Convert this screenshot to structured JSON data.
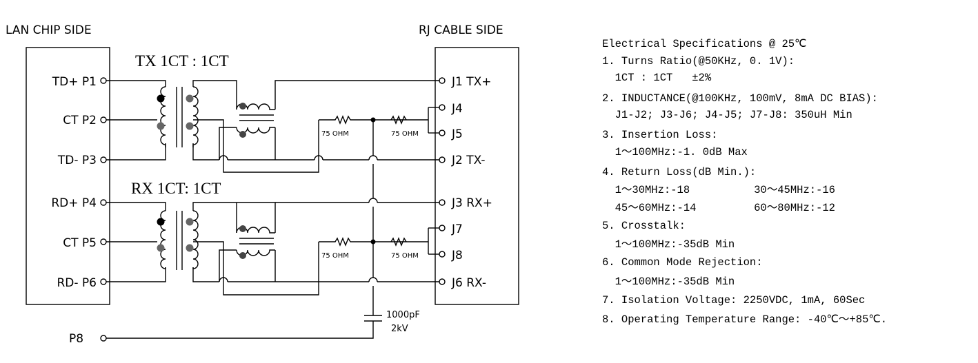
{
  "schematic": {
    "lan_side": "LAN CHIP SIDE",
    "rj_side": "RJ CABLE SIDE",
    "tx_title": "TX 1CT : 1CT",
    "rx_title": "RX 1CT: 1CT",
    "left_pins": [
      "TD+ P1",
      "CT P2",
      "TD- P3",
      "RD+ P4",
      "CT P5",
      "RD- P6"
    ],
    "right_pins": {
      "j1": "J1  TX+",
      "j4": "J4",
      "j5": "J5",
      "j2": "J2  TX-",
      "j3": "J3  RX+",
      "j7": "J7",
      "j8": "J8",
      "j6": "J6  RX-"
    },
    "resistor_label": "75 OHM",
    "cap_value": "1000pF",
    "cap_voltage": "2kV",
    "p8": "P8"
  },
  "specs": {
    "title": "Electrical Specifications @ 25℃",
    "lines": [
      "1. Turns Ratio(@50KHz, 0. 1V):",
      "  1CT : 1CT   ±2%",
      "2. INDUCTANCE(@100KHz, 100mV, 8mA DC BIAS):",
      "  J1-J2; J3-J6; J4-J5; J7-J8: 350uH Min",
      "3. Insertion Loss:",
      "  1～100MHz:-1. 0dB Max",
      "4. Return Loss(dB Min.):",
      "  1～30MHz:-18          30～45MHz:-16",
      "  45～60MHz:-14         60～80MHz:-12",
      "5. Crosstalk:",
      "  1～100MHz:-35dB Min",
      "6. Common Mode Rejection:",
      "  1～100MHz:-35dB Min",
      "7. Isolation Voltage: 2250VDC, 1mA, 60Sec",
      "8. Operating Temperature Range: -40℃～+85℃."
    ]
  }
}
